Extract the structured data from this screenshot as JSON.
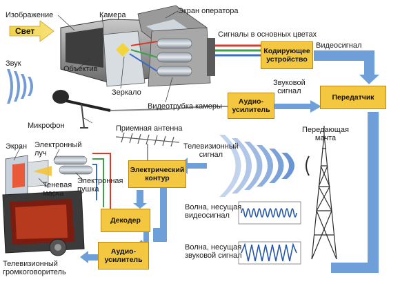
{
  "labels": {
    "image": "Изображение",
    "camera": "Камера",
    "operator_screen": "Экран оператора",
    "light": "Свет",
    "signals": "Сигналы в основных цветах",
    "video_signal": "Видеосигнал",
    "sound": "Звук",
    "lens": "Объектив",
    "mirror": "Зеркало",
    "camera_tube": "Видеотрубка камеры",
    "sound_signal": "Звуковой\nсигнал",
    "microphone": "Микрофон",
    "receiving_antenna": "Приемная антенна",
    "screen": "Экран",
    "electron_beam": "Электронный\nлуч",
    "shadow_mask": "Теневая\nмаска",
    "electron_gun": "Электронная\nпушка",
    "tv_signal": "Телевизионный\nсигнал",
    "transmitting_mast": "Передающая\nмачта",
    "video_wave": "Волна, несущая\nвидеосигнал",
    "sound_wave": "Волна, несущая\nзвуковой сигнал",
    "tv_speaker": "Телевизионный\nгромкоговоритель"
  },
  "boxes": {
    "encoder": "Кодирующее\nустройство",
    "audio_amp_top": "Аудио-\nусилитель",
    "transmitter": "Передатчик",
    "circuit": "Электрический\nконтур",
    "decoder": "Декодер",
    "audio_amp_bottom": "Аудио-\nусилитель"
  },
  "colors": {
    "flow_blue": "#6f9fd8",
    "box_yellow": "#f4c740",
    "red_signal": "#d83a2b",
    "green_signal": "#3aa04a",
    "blue_signal": "#3b6cc4",
    "camera_gray": "#8a8a8a"
  },
  "icons": [
    "camera-icon",
    "microphone-icon",
    "antenna-icon",
    "tv-icon",
    "speaker-icon",
    "mast-icon"
  ]
}
